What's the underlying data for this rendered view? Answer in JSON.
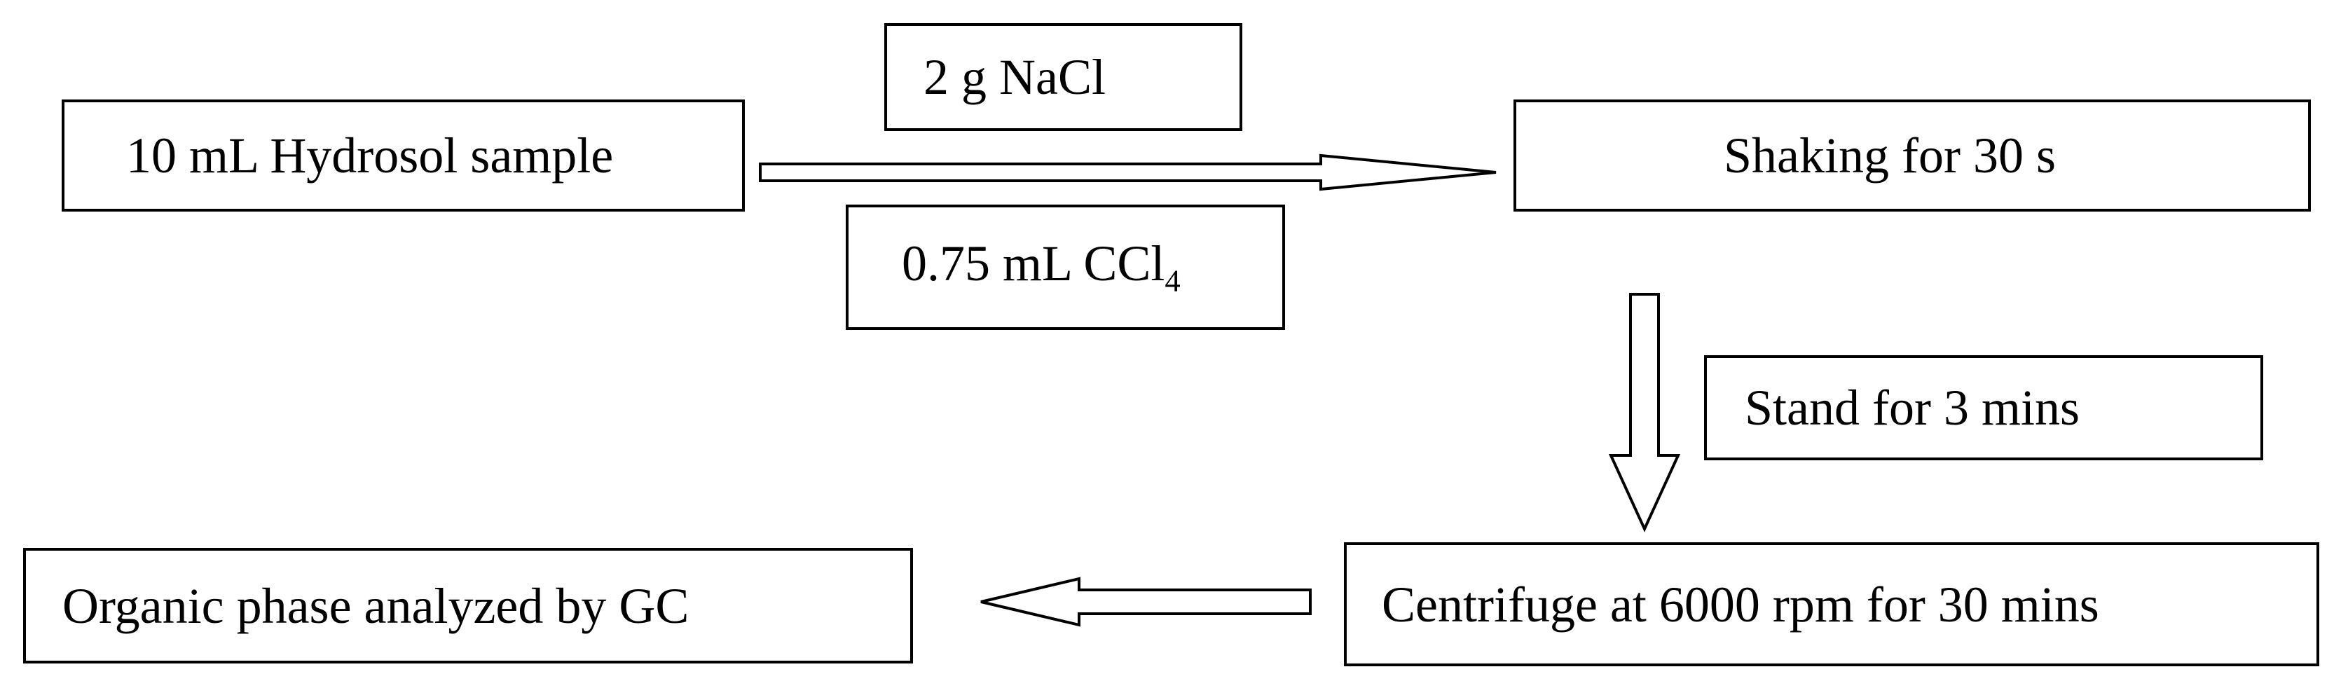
{
  "diagram": {
    "sample_box": "10 mL Hydrosol sample",
    "nacl_box": "2 g NaCl",
    "ccl4_box": {
      "prefix": "0.75 mL CCl",
      "subscript": "4"
    },
    "shaking_box": "Shaking for 30 s",
    "stand_box": "Stand for 3 mins",
    "centrifuge_box": "Centrifuge at 6000 rpm for 30 mins",
    "organic_box": "Organic phase analyzed by GC"
  }
}
